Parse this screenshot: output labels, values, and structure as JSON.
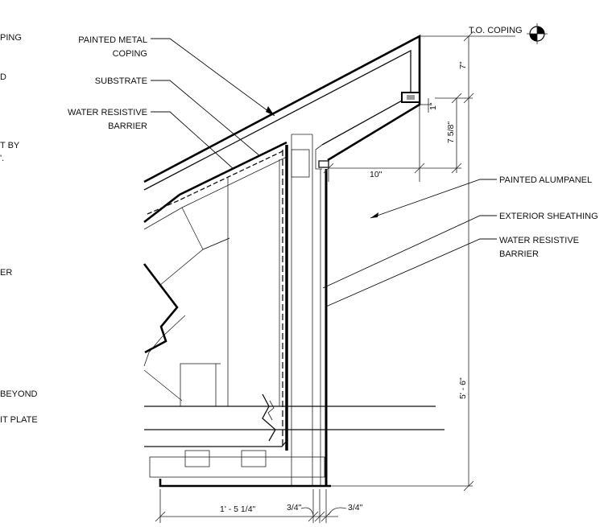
{
  "left_cut_labels": [
    "PING",
    "D",
    "T BY",
    "'.",
    "ER",
    "BEYOND",
    "IT PLATE"
  ],
  "labels": {
    "painted_metal_coping": [
      "PAINTED METAL",
      "COPING"
    ],
    "substrate": [
      "SUBSTRATE"
    ],
    "water_resistive_barrier_left": [
      "WATER RESISTIVE",
      "BARRIER"
    ],
    "painted_alumpanel": [
      "PAINTED ALUMPANEL"
    ],
    "exterior_sheathing": [
      "EXTERIOR SHEATHING"
    ],
    "water_resistive_barrier_right": [
      "WATER RESISTIVE",
      "BARRIER"
    ]
  },
  "elevation_marker": "T.O. COPING",
  "dimensions": {
    "coping_rise": "7\"",
    "small": "1\"",
    "face": "7 5/8\"",
    "overhang": "10\"",
    "total_height": "5' - 6\"",
    "wall_width": "1' - 5 1/4\"",
    "gap_left": "3/4\"",
    "gap_right": "3/4\""
  },
  "icons": [
    "elevation-target-icon",
    "break-line-icon"
  ]
}
